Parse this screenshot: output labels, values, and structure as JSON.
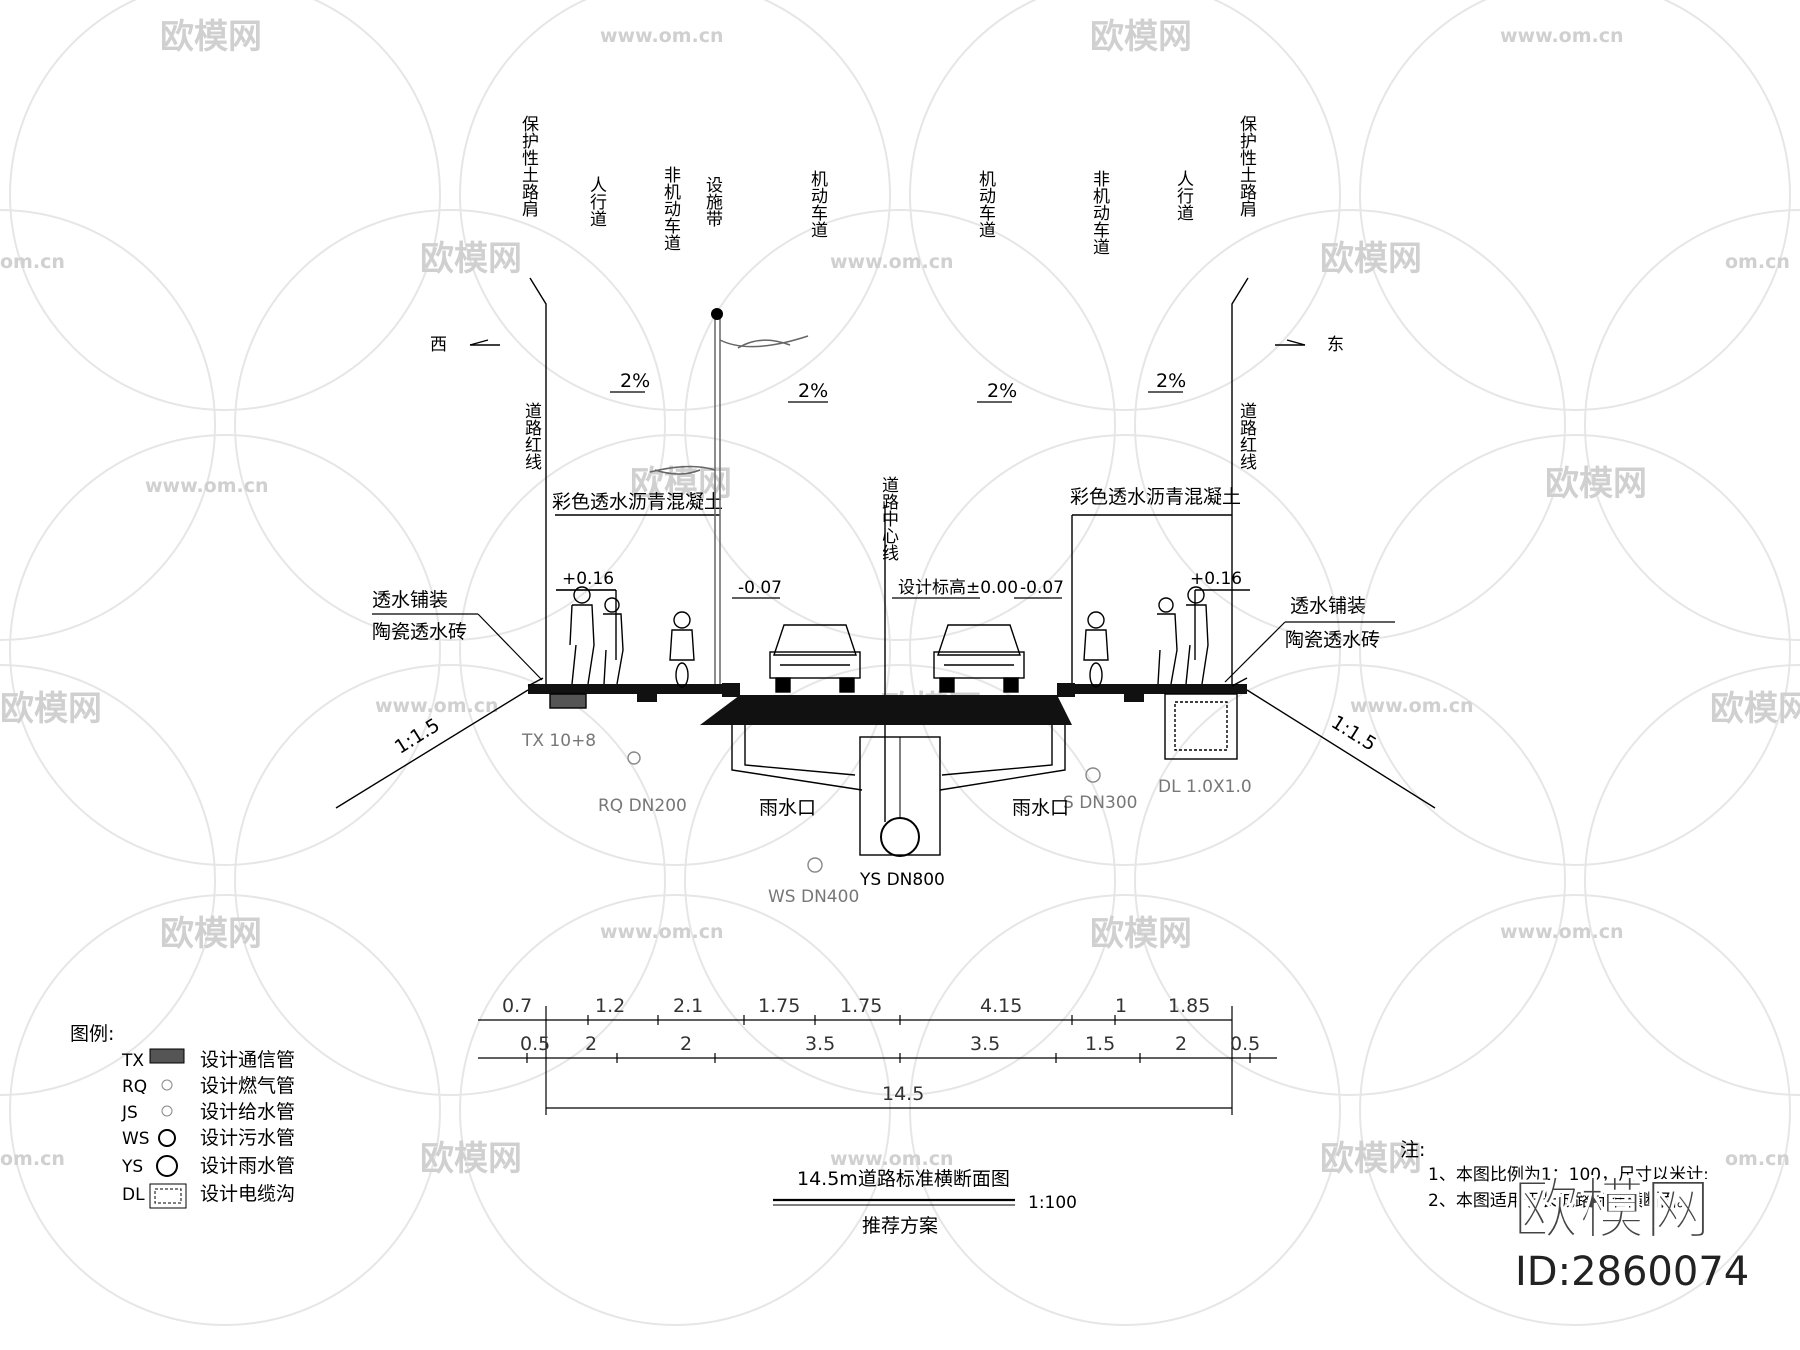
{
  "watermark": {
    "brand": "欧模网",
    "url": "www.om.cn",
    "url_partial": "om.cn",
    "brand_partial": "欧模网",
    "big_brand": "欧模网",
    "id_text": "ID:2860074"
  },
  "column_labels": {
    "left_shoulder": "保护性土路肩",
    "left_sidewalk": "人行道",
    "left_bike": "非机动车道",
    "left_facility": "设施带",
    "left_motor": "机动车道",
    "right_motor": "机动车道",
    "right_bike": "非机动车道",
    "right_sidewalk": "人行道",
    "right_shoulder": "保护性土路肩"
  },
  "directions": {
    "west": "西",
    "east": "东"
  },
  "slopes": [
    "2%",
    "2%",
    "2%",
    "2%"
  ],
  "red_line": "道路红线",
  "center_line": "道路中心线",
  "pavement_label": "彩色透水沥青混凝土",
  "elevations": {
    "left_walk": "+0.16",
    "left_curb": "-0.07",
    "center": "设计标高±0.00",
    "right_curb": "-0.07",
    "right_walk": "+0.16"
  },
  "paving": {
    "line1": "透水铺装",
    "line2": "陶瓷透水砖"
  },
  "side_slope": "1:1.5",
  "pipes": {
    "tx": "TX 10+8",
    "rq": "RQ DN200",
    "ws": "WS DN400",
    "ys": "YS DN800",
    "js": "S DN300",
    "dl": "DL 1.0X1.0",
    "inlet": "雨水口"
  },
  "dimensions": {
    "row1": [
      "0.7",
      "1.2",
      "2.1",
      "1.75",
      "1.75",
      "4.15",
      "1",
      "1.85"
    ],
    "row2": [
      "0.5",
      "2",
      "2",
      "3.5",
      "3.5",
      "1.5",
      "2",
      "0.5"
    ],
    "total": "14.5"
  },
  "legend": {
    "title": "图例:",
    "items": [
      {
        "code": "TX",
        "text": "设计通信管"
      },
      {
        "code": "RQ",
        "text": "设计燃气管"
      },
      {
        "code": "JS",
        "text": "设计给水管"
      },
      {
        "code": "WS",
        "text": "设计污水管"
      },
      {
        "code": "YS",
        "text": "设计雨水管"
      },
      {
        "code": "DL",
        "text": "设计电缆沟"
      }
    ]
  },
  "title_block": {
    "title": "14.5m道路标准横断面图",
    "scale": "1:100",
    "subtitle": "推荐方案"
  },
  "notes": {
    "head": "注:",
    "line1": "1、本图比例为1：100，尺寸以米计;",
    "line2": "2、本图适用于长城路标准横断面。"
  }
}
